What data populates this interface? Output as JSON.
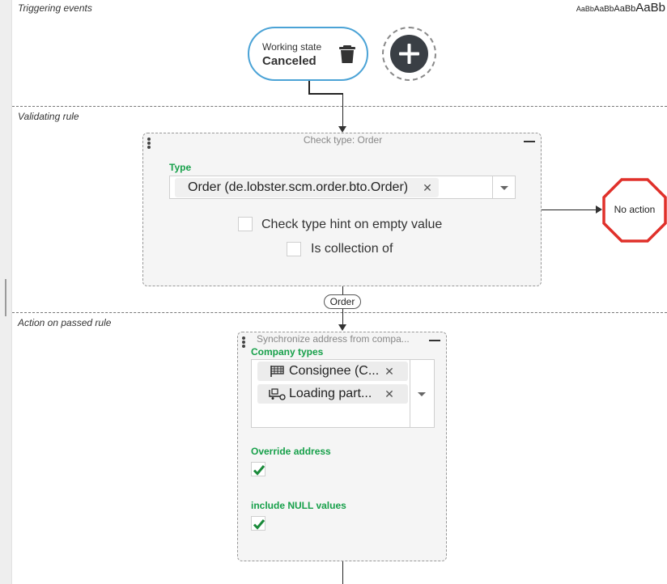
{
  "sections": {
    "triggering": "Triggering events",
    "validating": "Validating rule",
    "action": "Action on passed rule"
  },
  "typography_sample": [
    "AaBb",
    "AaBb",
    "AaBb",
    "AaBb"
  ],
  "trigger_event": {
    "title": "Working state",
    "value": "Canceled",
    "delete_icon": "trash-icon",
    "add_icon": "plus-icon",
    "border_color": "#4ba3d6"
  },
  "validating_card": {
    "title": "Check type: Order",
    "type_label": "Type",
    "type_value": "Order (de.lobster.scm.order.bto.Order)",
    "checkbox_hint_label": "Check type hint on empty value",
    "checkbox_collection_label": "Is collection of",
    "checkbox_hint_checked": false,
    "checkbox_collection_checked": false
  },
  "no_action": {
    "label": "No action",
    "color": "#e0302a"
  },
  "edge_label": "Order",
  "action_card": {
    "title": "Synchronize address from compa...",
    "company_types_label": "Company types",
    "company_types": [
      {
        "icon": "flag-icon",
        "label": "Consignee (C..."
      },
      {
        "icon": "truck-loading-icon",
        "label": "Loading part..."
      }
    ],
    "override_address_label": "Override address",
    "override_address_checked": true,
    "include_null_label": "include NULL values",
    "include_null_checked": true
  },
  "colors": {
    "accent_green": "#17a04a",
    "check_green": "#1a8a3a",
    "add_button": "#3a3f45"
  }
}
